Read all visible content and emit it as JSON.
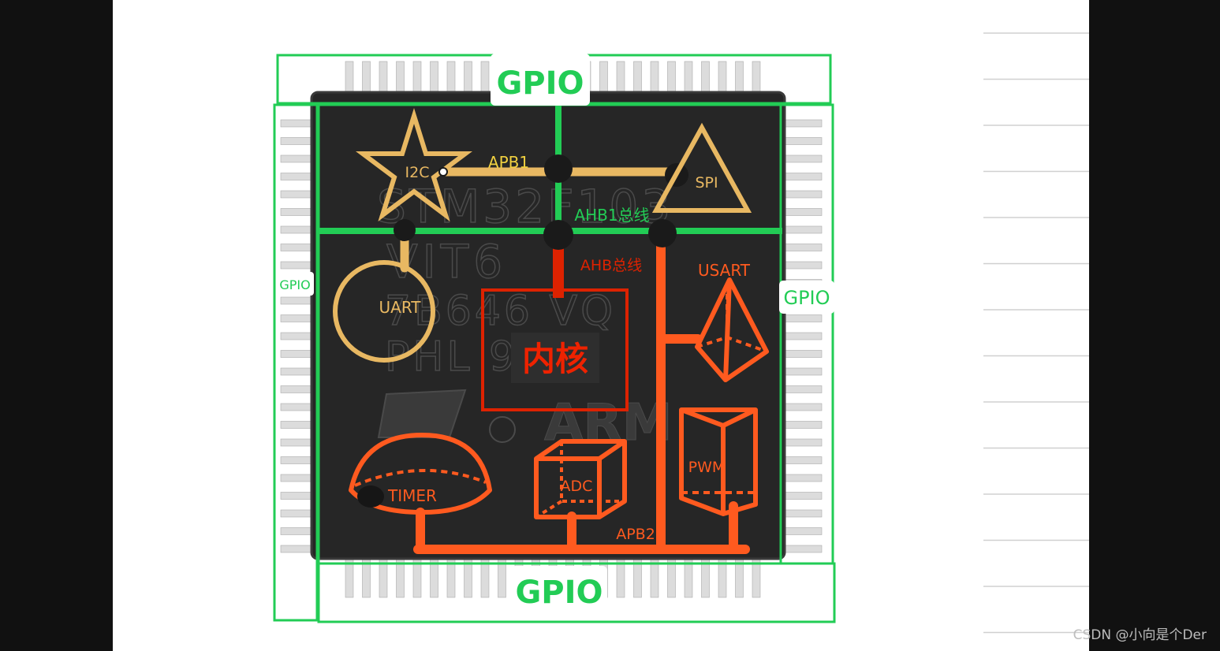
{
  "colors": {
    "frame_black": "#111111",
    "paper": "#ffffff",
    "chip_body": "#262626",
    "chip_edge": "#3a3a3a",
    "pin": "#dcdcdc",
    "gpio_green": "#22cc55",
    "apb1_gold": "#e8b862",
    "ahb_red": "#dd2200",
    "apb2_orange": "#ff5a1f",
    "chip_print": "#4a4a4a",
    "ruled_line": "#d0d0d0"
  },
  "labels": {
    "gpio_top": "GPIO",
    "gpio_bottom": "GPIO",
    "gpio_left": "GPIO",
    "gpio_right": "GPIO",
    "apb1": "APB1",
    "ahb1_bus": "AHB1总线",
    "ahb_bus": "AHB总线",
    "apb2": "APB2",
    "core": "内核",
    "i2c": "I2C",
    "spi": "SPI",
    "uart": "UART",
    "usart": "USART",
    "timer": "TIMER",
    "adc": "ADC",
    "pwm": "PWM"
  },
  "chip_print": {
    "line1": "STM32F103",
    "line2": "VIT6",
    "line3": "7B646 VQ",
    "line4": "PHL 9CE",
    "brand": "ARM"
  },
  "watermark": "CSDN @小向是个Der"
}
